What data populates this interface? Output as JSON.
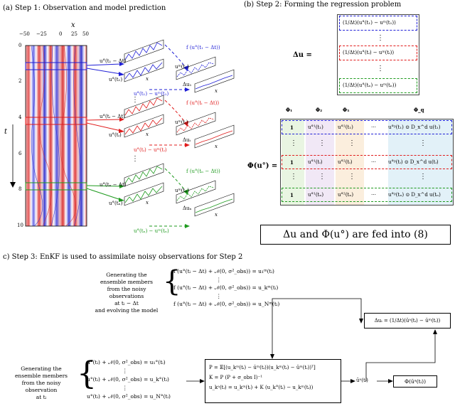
{
  "step1": {
    "title": "(a) Step 1: Observation and model prediction",
    "x_axis_label": "x",
    "x_ticks": [
      "−50",
      "−25",
      "0",
      "25",
      "50"
    ],
    "t_axis_label": "t",
    "t_ticks": [
      "0",
      "2",
      "4",
      "6",
      "8",
      "10"
    ],
    "rows": [
      {
        "obs_prev": "u°(t₁ − Δt)",
        "obs": "u°(t₁)",
        "model": "uᵐ(t₁)",
        "diff": "Δu₁",
        "f_label": "f (u°(t₁ − Δt))",
        "diff_label": "u°(t₁) − uᵐ(t₁)",
        "x": "x"
      },
      {
        "obs_prev": "u°(tᵢ − Δt)",
        "obs": "u°(tᵢ)",
        "model": "uᵐ(tᵢ)",
        "diff": "Δuᵢ",
        "f_label": "f (u°(tᵢ − Δt))",
        "diff_label": "u°(tᵢ) − uᵐ(tᵢ)",
        "x": "x"
      },
      {
        "obs_prev": "u°(tₙ − Δt)",
        "obs": "u°(tₙ)",
        "model": "uᵐ(tₙ)",
        "diff": "Δuₙ",
        "f_label": "f (u°(tₙ − Δt))",
        "diff_label": "u°(tₙ) − uᵐ(tₙ)",
        "x": "x"
      }
    ],
    "vdots": "⋮"
  },
  "step2": {
    "title": "(b) Step 2: Forming the regression problem",
    "delta_u_lhs": "Δu =",
    "delta_u_rows": [
      "(1/Δt)(u°(t₁) − uᵐ(t₁))",
      "⋮",
      "(1/Δt)(u°(tᵢ) − uᵐ(tᵢ))",
      "⋮",
      "(1/Δt)(u°(tₙ) − uᵐ(tₙ))"
    ],
    "phi_lhs": "Φ(u°) =",
    "phi_headers": [
      "Φ₁",
      "Φ₂",
      "Φ₃",
      "Φ_q"
    ],
    "phi_rows": [
      [
        "1",
        "u°¹(t₁)",
        "u°²(t₁)",
        "⋯",
        "u°ᵖ(t₁) ⊙ D_x^d u(t₁)"
      ],
      [
        "⋮",
        "⋮",
        "⋮",
        "",
        "⋮"
      ],
      [
        "1",
        "u°¹(tᵢ)",
        "u°²(tᵢ)",
        "⋯",
        "u°ᵖ(tᵢ) ⊙ D_x^d u(tᵢ)"
      ],
      [
        "⋮",
        "⋮",
        "⋮",
        "",
        "⋮"
      ],
      [
        "1",
        "u°¹(tₙ)",
        "u°²(tₙ)",
        "⋯",
        "u°ᵖ(tₙ) ⊙ D_x^d u(tₙ)"
      ]
    ],
    "summary": "Δu and Φ(u°) are fed into (8)"
  },
  "step3": {
    "title": "c) Step 3: EnKF is used to assimilate noisy observations for Step 2",
    "gen_model_text": [
      "Generating the",
      "ensemble members",
      "from the noisy observations",
      "at tᵢ − Δt",
      "and evolving the model"
    ],
    "model_eqs": [
      "f (u°(tᵢ − Δt) + 𝒩(0, σ²_obs)) = u₁ᵐ(tᵢ)",
      "⋮",
      "f (u°(tᵢ − Δt) + 𝒩(0, σ²_obs)) = u_kᵐ(tᵢ)",
      "⋮",
      "f (u°(tᵢ − Δt) + 𝒩(0, σ²_obs)) = u_Nᵐ(tᵢ)"
    ],
    "gen_obs_text": [
      "Generating the",
      "ensemble members",
      "from the noisy observation",
      "at tᵢ"
    ],
    "obs_eqs": [
      "u°(tᵢ) + 𝒩(0, σ²_obs) = u₁°(tᵢ)",
      "⋮",
      "u°(tᵢ) + 𝒩(0, σ²_obs) = u_k°(tᵢ)",
      "⋮",
      "u°(tᵢ) + 𝒩(0, σ²_obs) = u_N°(tᵢ)"
    ],
    "enkf_eqs": [
      "P = 𝔼[(u_kᵐ(tᵢ) − ūᵐ(tᵢ))(u_kᵐ(tᵢ) − ūᵐ(tᵢ))ᵀ]",
      "K = P (P + σ_obs I)⁻¹",
      "u_kᵃ(tᵢ) = u_kᵐ(tᵢ) + K (u_k°(tᵢ) − u_kᵐ(tᵢ))"
    ],
    "delta_result": "Δuᵢ = (1/Δt)(ūᵃ(tᵢ) − ūᵐ(tᵢ))",
    "ubar": "ūᵃ(tᵢ)",
    "phi_result": "Φ(ūᵃ(tᵢ))"
  },
  "colors": {
    "row1": "#1f1fd6",
    "row2": "#e01b1b",
    "row3": "#1e9a1e",
    "col1": "#e9f5e2",
    "col2": "#f1e8f6",
    "col3": "#fbeedd",
    "colq": "#e2f1f8"
  }
}
